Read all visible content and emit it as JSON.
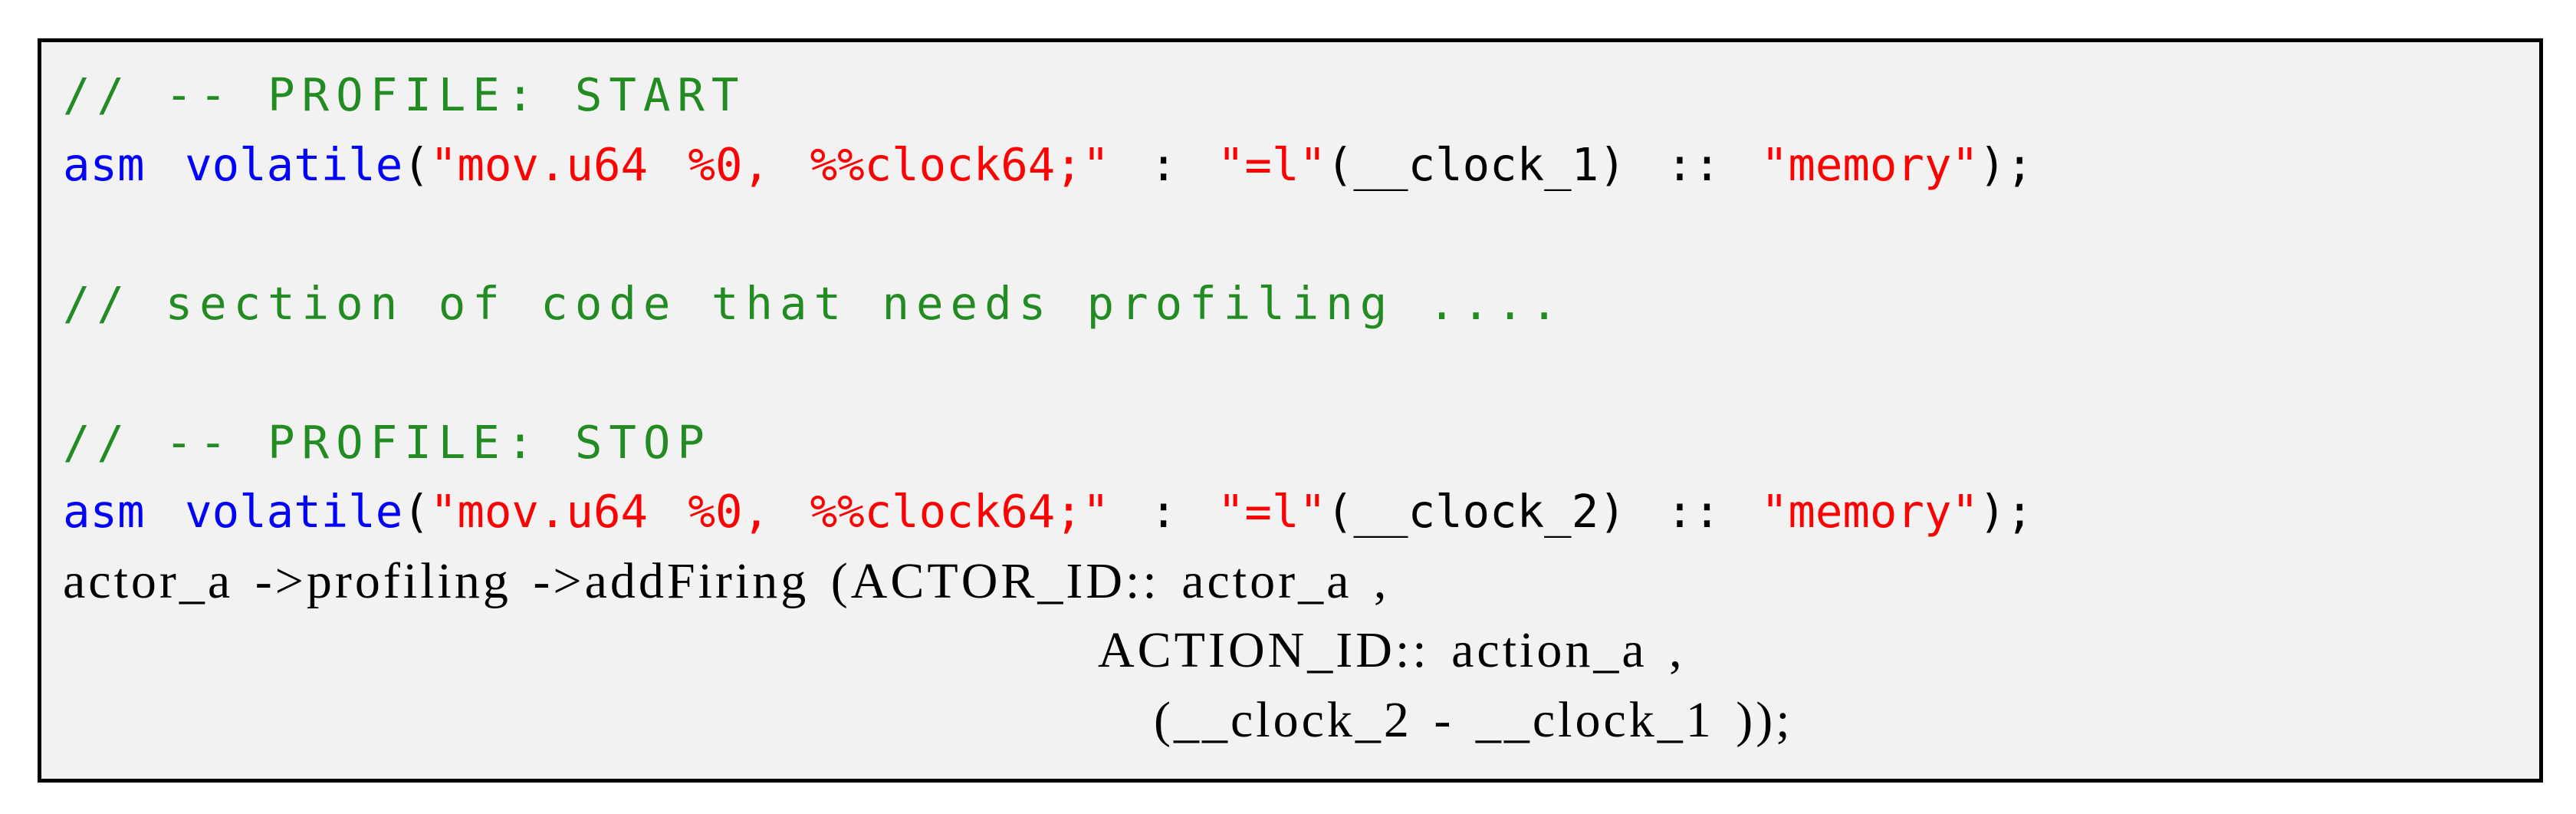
{
  "listing": {
    "background": "#f2f2f2",
    "border_color": "#000000",
    "colors": {
      "comment": "#228B22",
      "keyword": "#0000FF",
      "string": "#FF0000",
      "plain": "#000000"
    },
    "lines": [
      {
        "style": "comment",
        "indent": 0,
        "segments": [
          {
            "color": "comment",
            "text": "// -- PROFILE: START"
          }
        ]
      },
      {
        "style": "mono",
        "indent": 0,
        "segments": [
          {
            "color": "keyword",
            "text": "asm"
          },
          {
            "color": "plain",
            "text": " "
          },
          {
            "color": "keyword",
            "text": "volatile"
          },
          {
            "color": "plain",
            "text": "("
          },
          {
            "color": "string",
            "text": "\"mov.u64 %0, %%clock64;\""
          },
          {
            "color": "plain",
            "text": " : "
          },
          {
            "color": "string",
            "text": "\"=l\""
          },
          {
            "color": "plain",
            "text": "(__clock_1) :: "
          },
          {
            "color": "string",
            "text": "\"memory\""
          },
          {
            "color": "plain",
            "text": ");"
          }
        ]
      },
      {
        "style": "blank",
        "indent": 0,
        "segments": []
      },
      {
        "style": "comment",
        "indent": 0,
        "segments": [
          {
            "color": "comment",
            "text": "// section of code that needs profiling ...."
          }
        ]
      },
      {
        "style": "blank",
        "indent": 0,
        "segments": []
      },
      {
        "style": "comment",
        "indent": 0,
        "segments": [
          {
            "color": "comment",
            "text": "// -- PROFILE: STOP"
          }
        ]
      },
      {
        "style": "mono",
        "indent": 0,
        "segments": [
          {
            "color": "keyword",
            "text": "asm"
          },
          {
            "color": "plain",
            "text": " "
          },
          {
            "color": "keyword",
            "text": "volatile"
          },
          {
            "color": "plain",
            "text": "("
          },
          {
            "color": "string",
            "text": "\"mov.u64 %0, %%clock64;\""
          },
          {
            "color": "plain",
            "text": " : "
          },
          {
            "color": "string",
            "text": "\"=l\""
          },
          {
            "color": "plain",
            "text": "(__clock_2) :: "
          },
          {
            "color": "string",
            "text": "\"memory\""
          },
          {
            "color": "plain",
            "text": ");"
          }
        ]
      },
      {
        "style": "serif",
        "indent": 0,
        "segments": [
          {
            "color": "plain",
            "text": "actor_a ->profiling ->addFiring (ACTOR_ID:: actor_a ,"
          }
        ]
      },
      {
        "style": "serif",
        "indent": 1350,
        "segments": [
          {
            "color": "plain",
            "text": "ACTION_ID:: action_a ,"
          }
        ]
      },
      {
        "style": "serif",
        "indent": 1423,
        "segments": [
          {
            "color": "plain",
            "text": "(__clock_2 - __clock_1 ));"
          }
        ]
      }
    ]
  }
}
